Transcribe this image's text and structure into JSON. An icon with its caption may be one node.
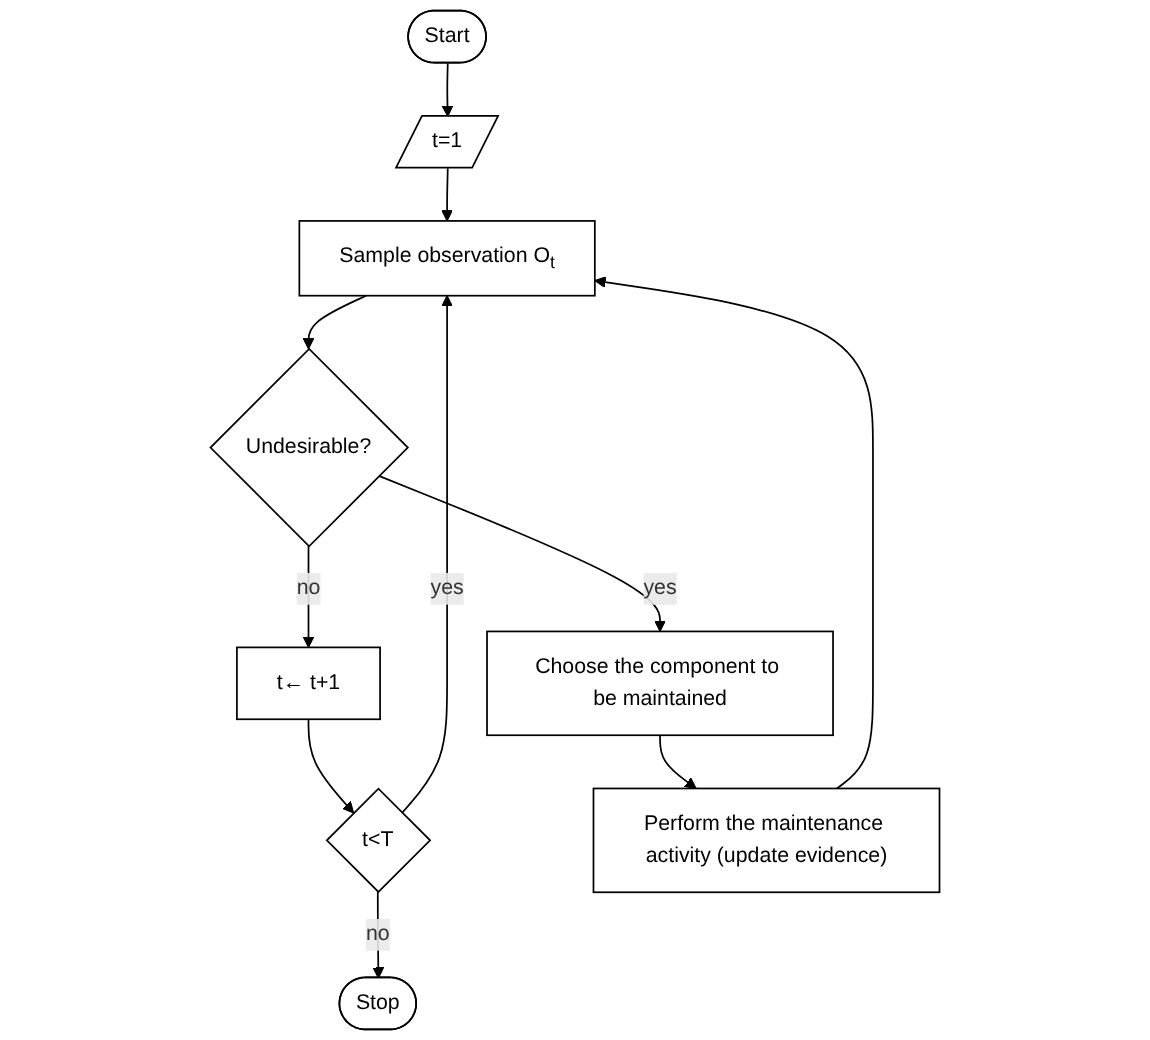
{
  "diagram": {
    "nodes": [
      {
        "text": [
          "Start"
        ]
      },
      {
        "text": [
          "t=1"
        ]
      },
      {
        "text": [
          "Sample observation O$_{t}$"
        ]
      },
      {
        "text": [
          "Undesirable?"
        ]
      },
      {
        "text": [
          "t← t+1"
        ]
      },
      {
        "text": [
          "Choose the component to be maintained"
        ]
      },
      {
        "text": [
          "t<T"
        ]
      },
      {
        "text": [
          "Stop"
        ]
      },
      {
        "text": [
          "Perform the maintenance activity (update evidence)"
        ]
      }
    ],
    "edges": [
      {
        "from": 0,
        "to": 1,
        "arrow": "to"
      },
      {
        "from": 1,
        "to": 2,
        "arrow": "to"
      },
      {
        "from": 2,
        "to": 3,
        "arrow": "to"
      },
      {
        "from": 3,
        "to": 4,
        "arrow": "to",
        "label": "no"
      },
      {
        "from": 3,
        "to": 5,
        "arrow": "to",
        "label": "yes"
      },
      {
        "from": 4,
        "to": 6,
        "arrow": "to"
      },
      {
        "from": 6,
        "to": 2,
        "arrow": "to",
        "label": "yes"
      },
      {
        "from": 6,
        "to": 7,
        "arrow": "to",
        "label": "no"
      },
      {
        "from": 5,
        "to": 8,
        "arrow": "to"
      },
      {
        "from": 8,
        "to": 2,
        "arrow": "to"
      }
    ]
  }
}
